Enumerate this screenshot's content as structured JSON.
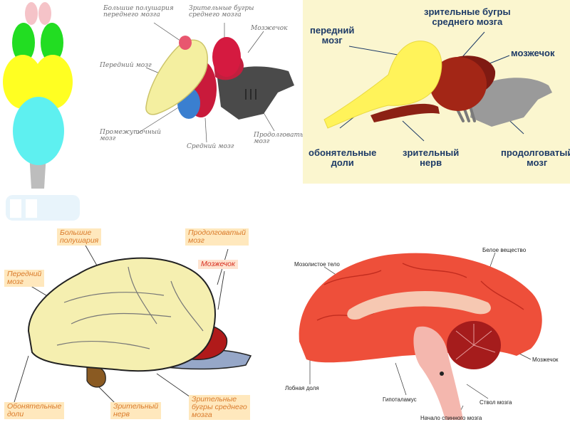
{
  "panel2": {
    "hemispheres": "Большие полушария\nпереднего мозга",
    "optic_lobes": "Зрительные бугры\nсреднего мозга",
    "cerebellum": "Мозжечок",
    "forebrain": "Передний мозг",
    "diencephalon": "Промежуточный\nмозг",
    "midbrain": "Средний мозг",
    "medulla": "Продолговатый\nмозг"
  },
  "panel3": {
    "forebrain": "передний\nмозг",
    "optic_lobes": "зрительные бугры\nсреднего мозга",
    "cerebellum": "мозжечок",
    "olfactory": "обонятельные\nдоли",
    "optic_nerve": "зрительный\nнерв",
    "medulla": "продолговатый\nмозг"
  },
  "panel4": {
    "hemispheres": "Большие\nполушария",
    "medulla": "Продолговатый\nмозг",
    "forebrain": "Передний\nмозг",
    "cerebellum": "Мозжечок",
    "olfactory": "Обонятельные\nдоли",
    "optic_nerve": "Зрительный\nнерв",
    "optic_lobes": "Зрительные\nбугры среднего\nмозга"
  },
  "panel5": {
    "corpus_callosum": "Мозолистое тело",
    "white_matter": "Белое вещество",
    "cerebellum": "Мозжечок",
    "frontal_lobe": "Лобная доля",
    "hypothalamus": "Гипоталамус",
    "brainstem": "Ствол мозга",
    "spinal_start": "Начало спинного мозга"
  },
  "colors": {
    "pink": "#f5c3c8",
    "green": "#22dd22",
    "yellow": "#ffff22",
    "cyan": "#5ef0f0",
    "gray_stem": "#bdbdbd",
    "panel3_bg": "#fbf6cf",
    "label_blue": "#1d3a66",
    "label_orange": "#d97a2a",
    "label_red": "#d62d1e"
  }
}
